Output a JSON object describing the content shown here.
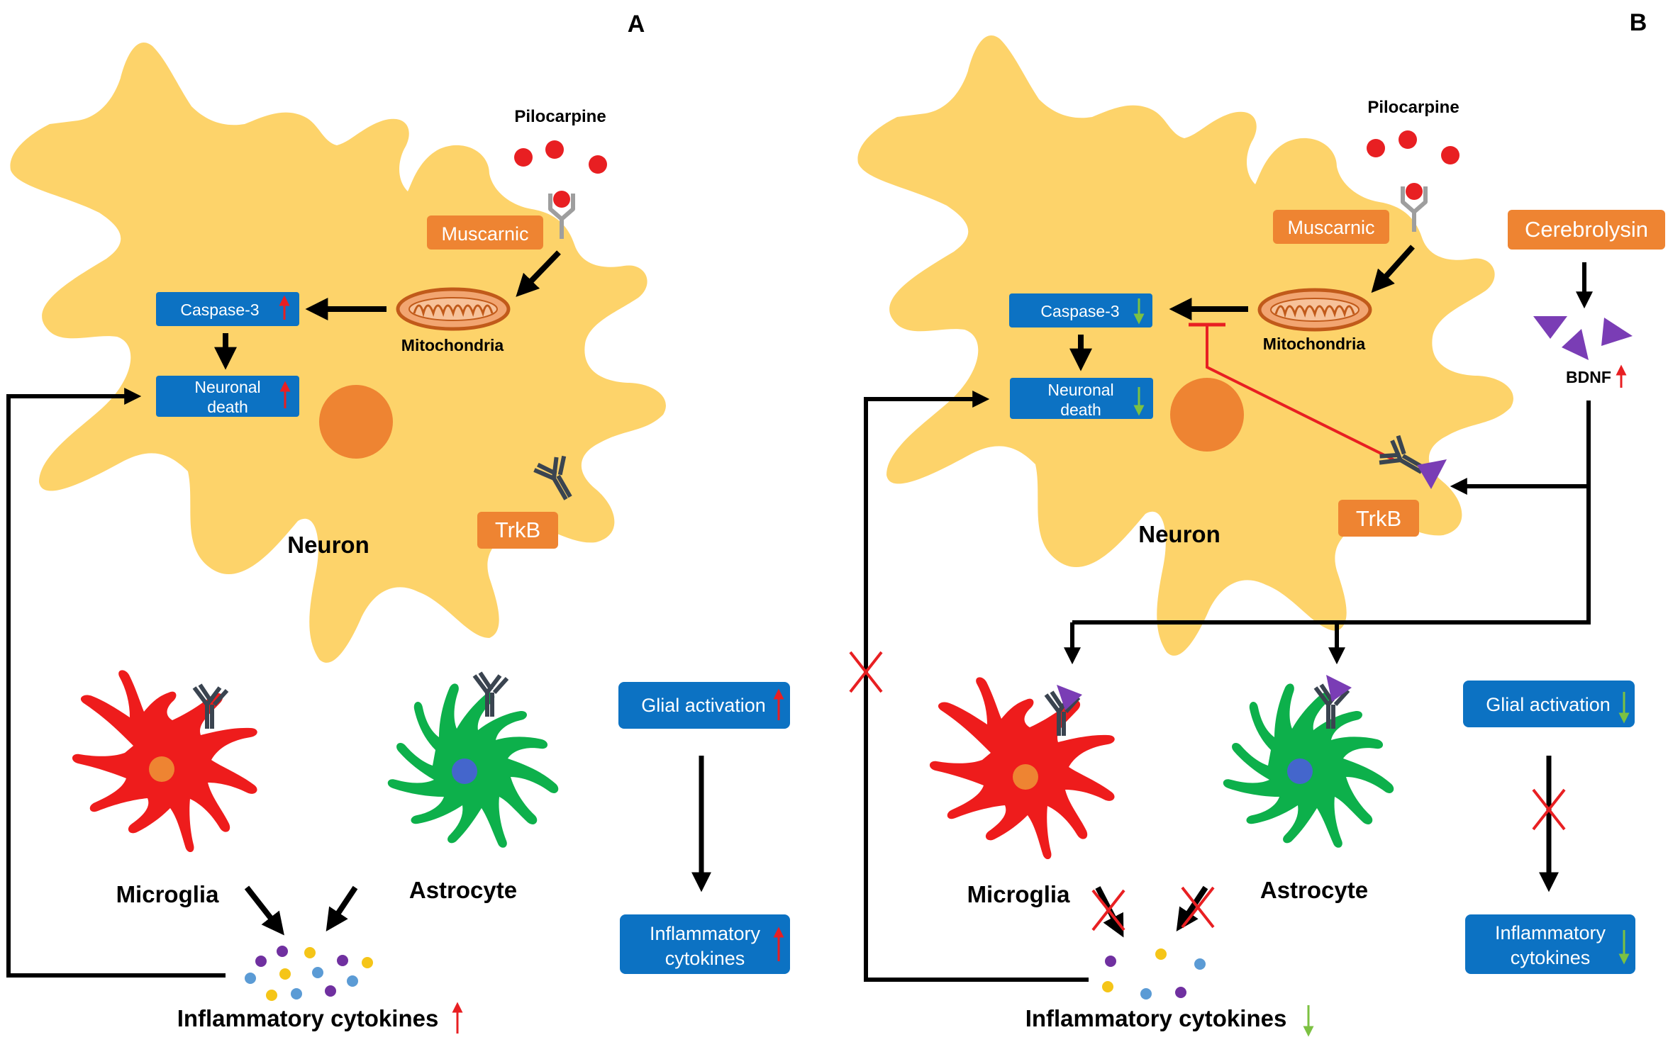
{
  "panels": {
    "a": {
      "letter": "A",
      "pilocarpine": "Pilocarpine",
      "muscarnic": "Muscarnic",
      "mitochondria": "Mitochondria",
      "caspase": "Caspase-3",
      "caspase_trend": "up",
      "death_line1": "Neuronal",
      "death_line2": "death",
      "death_trend": "up",
      "neuron": "Neuron",
      "trkb": "TrkB",
      "microglia": "Microglia",
      "astrocyte": "Astrocyte",
      "glial": "Glial activation",
      "glial_trend": "up",
      "infl_line1": "Inflammatory",
      "infl_line2": "cytokines",
      "infl_trend": "up",
      "cytokines_label": "Inflammatory cytokines",
      "cytokines_trend": "up"
    },
    "b": {
      "letter": "B",
      "pilocarpine": "Pilocarpine",
      "muscarnic": "Muscarnic",
      "mitochondria": "Mitochondria",
      "caspase": "Caspase-3",
      "caspase_trend": "down",
      "death_line1": "Neuronal",
      "death_line2": "death",
      "death_trend": "down",
      "neuron": "Neuron",
      "trkb": "TrkB",
      "cerebrolysin": "Cerebrolysin",
      "bdnf": "BDNF",
      "bdnf_trend": "up",
      "microglia": "Microglia",
      "astrocyte": "Astrocyte",
      "glial": "Glial activation",
      "glial_trend": "down",
      "infl_line1": "Inflammatory",
      "infl_line2": "cytokines",
      "infl_trend": "down",
      "cytokines_label": "Inflammatory cytokines",
      "cytokines_trend": "down"
    }
  },
  "colors": {
    "neuron": "#FDD36A",
    "nucleus": "#EE8432",
    "orange_box": "#EE8432",
    "blue_box": "#0C72C3",
    "pilocarpine": "#E81F22",
    "microglia": "#EE1C1C",
    "astrocyte": "#0DB04B",
    "bdnf": "#7A3DB5",
    "up_arrow": "#E81F22",
    "down_arrow": "#7CC142",
    "inhibit": "#E81F22",
    "cytokine_purple": "#7030A0",
    "cytokine_yellow": "#F5C518",
    "cytokine_blue": "#5B9BD5"
  },
  "icons": {
    "receptor": "y-receptor-icon",
    "mitochondria": "mitochondria-icon",
    "block": "red-x-icon"
  }
}
